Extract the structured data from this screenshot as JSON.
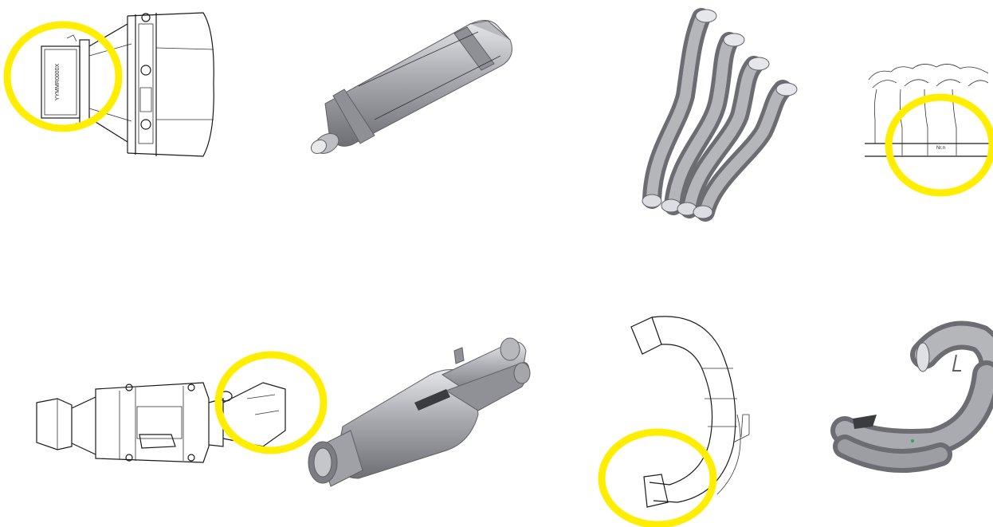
{
  "colors": {
    "highlight": "#ffee00",
    "metal_light": "#c9cbcf",
    "metal_mid": "#9a9ca1",
    "metal_dark": "#6b6d72",
    "line": "#1a1a1a"
  },
  "parts": [
    {
      "id": "muffler-line-drawing-top",
      "label": "YYMMR0000X"
    },
    {
      "id": "muffler-render-top"
    },
    {
      "id": "header-pipes-render"
    },
    {
      "id": "header-pipes-line-drawing",
      "label": "Nr.n"
    },
    {
      "id": "muffler-line-drawing-bottom"
    },
    {
      "id": "y-pipe-muffler-render"
    },
    {
      "id": "link-pipe-line-drawing"
    },
    {
      "id": "link-pipe-render"
    }
  ],
  "highlights": [
    {
      "id": "highlight-circle-1"
    },
    {
      "id": "highlight-circle-2"
    },
    {
      "id": "highlight-circle-3"
    },
    {
      "id": "highlight-circle-4"
    }
  ]
}
